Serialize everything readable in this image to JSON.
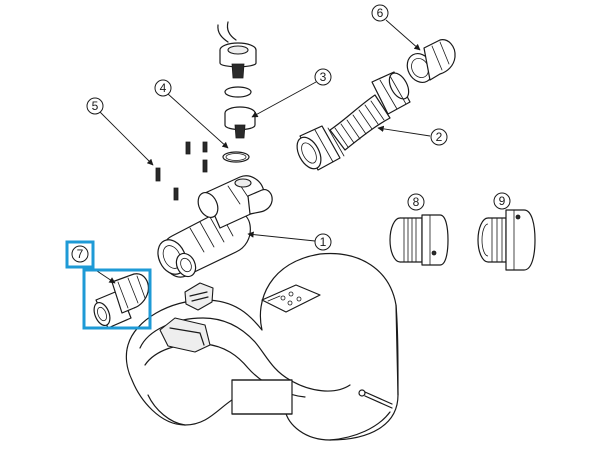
{
  "callouts": [
    {
      "id": "1",
      "label": "1"
    },
    {
      "id": "2",
      "label": "2"
    },
    {
      "id": "3",
      "label": "3"
    },
    {
      "id": "4",
      "label": "4"
    },
    {
      "id": "5",
      "label": "5"
    },
    {
      "id": "6",
      "label": "6"
    },
    {
      "id": "7",
      "label": "7"
    },
    {
      "id": "8",
      "label": "8"
    },
    {
      "id": "9",
      "label": "9"
    }
  ],
  "highlight": {
    "callout": "7",
    "color": "#1e9ad6"
  },
  "colors": {
    "line": "#1a1a1a",
    "highlight": "#1e9ad6",
    "background": "#ffffff"
  }
}
